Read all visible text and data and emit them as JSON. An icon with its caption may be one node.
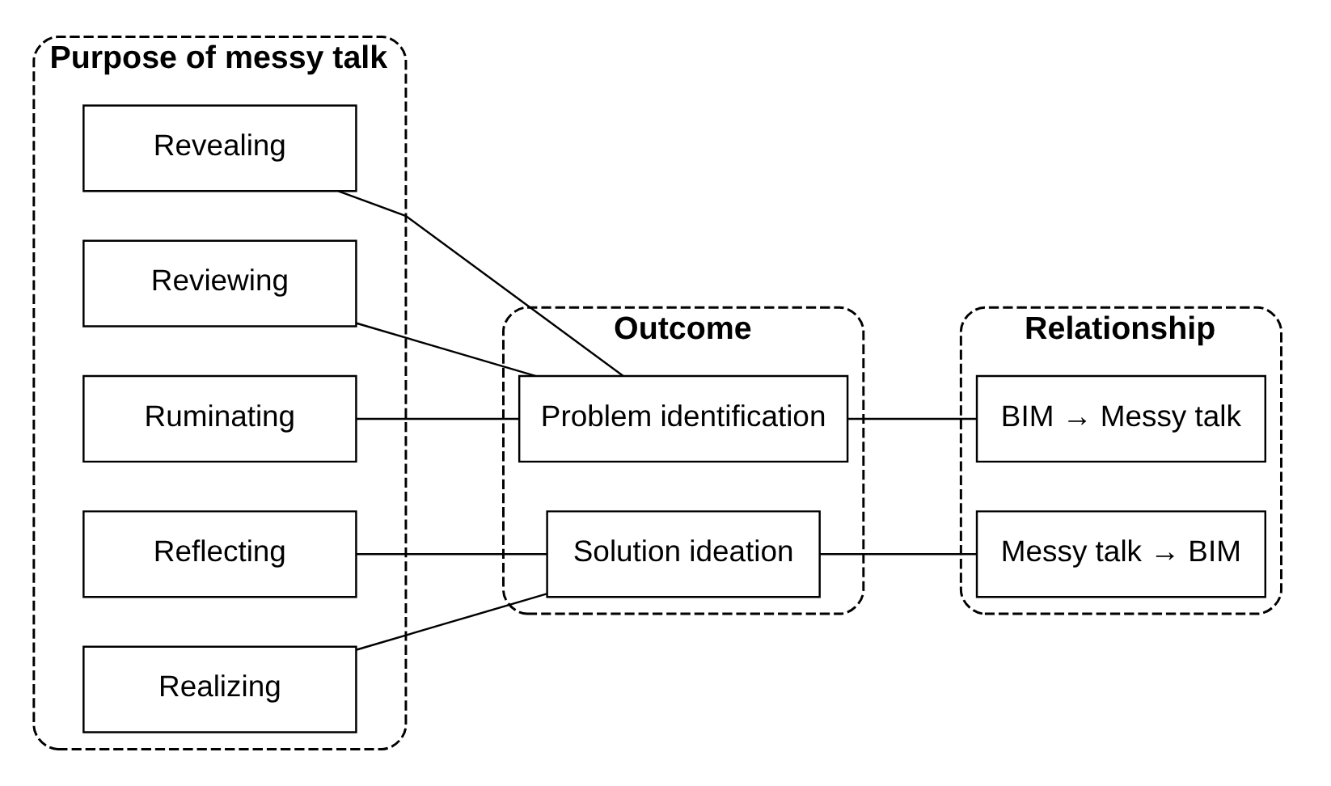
{
  "diagram": {
    "nodes": [
      {
        "text": [
          "Purpose of messy talk"
        ]
      },
      {
        "text": [
          "Revealing"
        ],
        "in": 0
      },
      {
        "text": [
          "Reviewing"
        ],
        "in": 0
      },
      {
        "text": [
          "Ruminating"
        ],
        "in": 0
      },
      {
        "text": [
          "Reflecting"
        ],
        "in": 0
      },
      {
        "text": [
          "Realizing"
        ],
        "in": 0
      },
      {
        "text": [
          "Outcome"
        ]
      },
      {
        "text": [
          "Problem identification"
        ],
        "in": 6
      },
      {
        "text": [
          "Solution ideation"
        ],
        "in": 6
      },
      {
        "text": [
          "Relationship"
        ]
      },
      {
        "text": [
          "BIM → Messy talk"
        ],
        "in": 9
      },
      {
        "text": [
          "Messy talk → BIM"
        ],
        "in": 9
      }
    ],
    "edges": [
      {
        "from": 1,
        "to": 7,
        "arrow": "none"
      },
      {
        "from": 2,
        "to": 7,
        "arrow": "none"
      },
      {
        "from": 3,
        "to": 7,
        "arrow": "none"
      },
      {
        "from": 4,
        "to": 8,
        "arrow": "none"
      },
      {
        "from": 5,
        "to": 8,
        "arrow": "none"
      },
      {
        "from": 7,
        "to": 10,
        "arrow": "none"
      },
      {
        "from": 8,
        "to": 11,
        "arrow": "none"
      }
    ]
  }
}
